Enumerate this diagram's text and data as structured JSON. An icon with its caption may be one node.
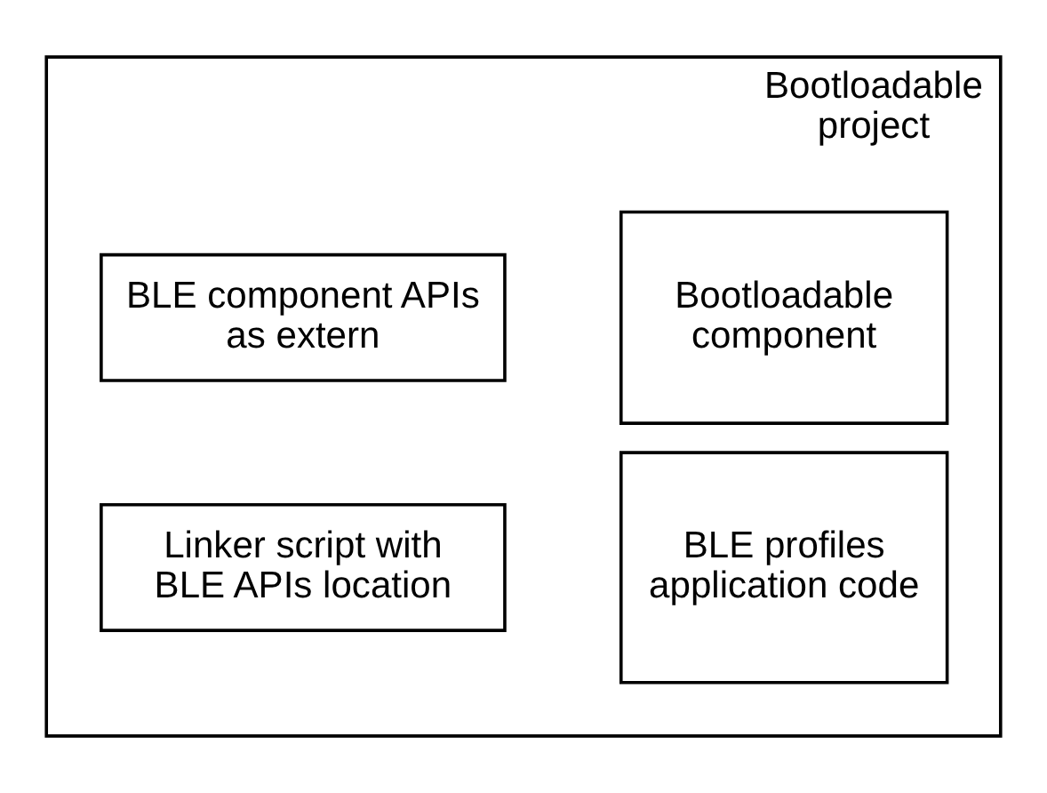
{
  "diagram": {
    "nodes": [
      {
        "text": [
          "Bootloadable project"
        ]
      },
      {
        "text": [
          "Bootloadable component"
        ],
        "in": 0
      },
      {
        "text": [
          "BLE profiles application code"
        ],
        "in": 0
      },
      {
        "text": [
          "BLE component APIs as extern"
        ],
        "in": 0
      },
      {
        "text": [
          "Linker script with BLE APIs location"
        ],
        "in": 0
      }
    ]
  }
}
